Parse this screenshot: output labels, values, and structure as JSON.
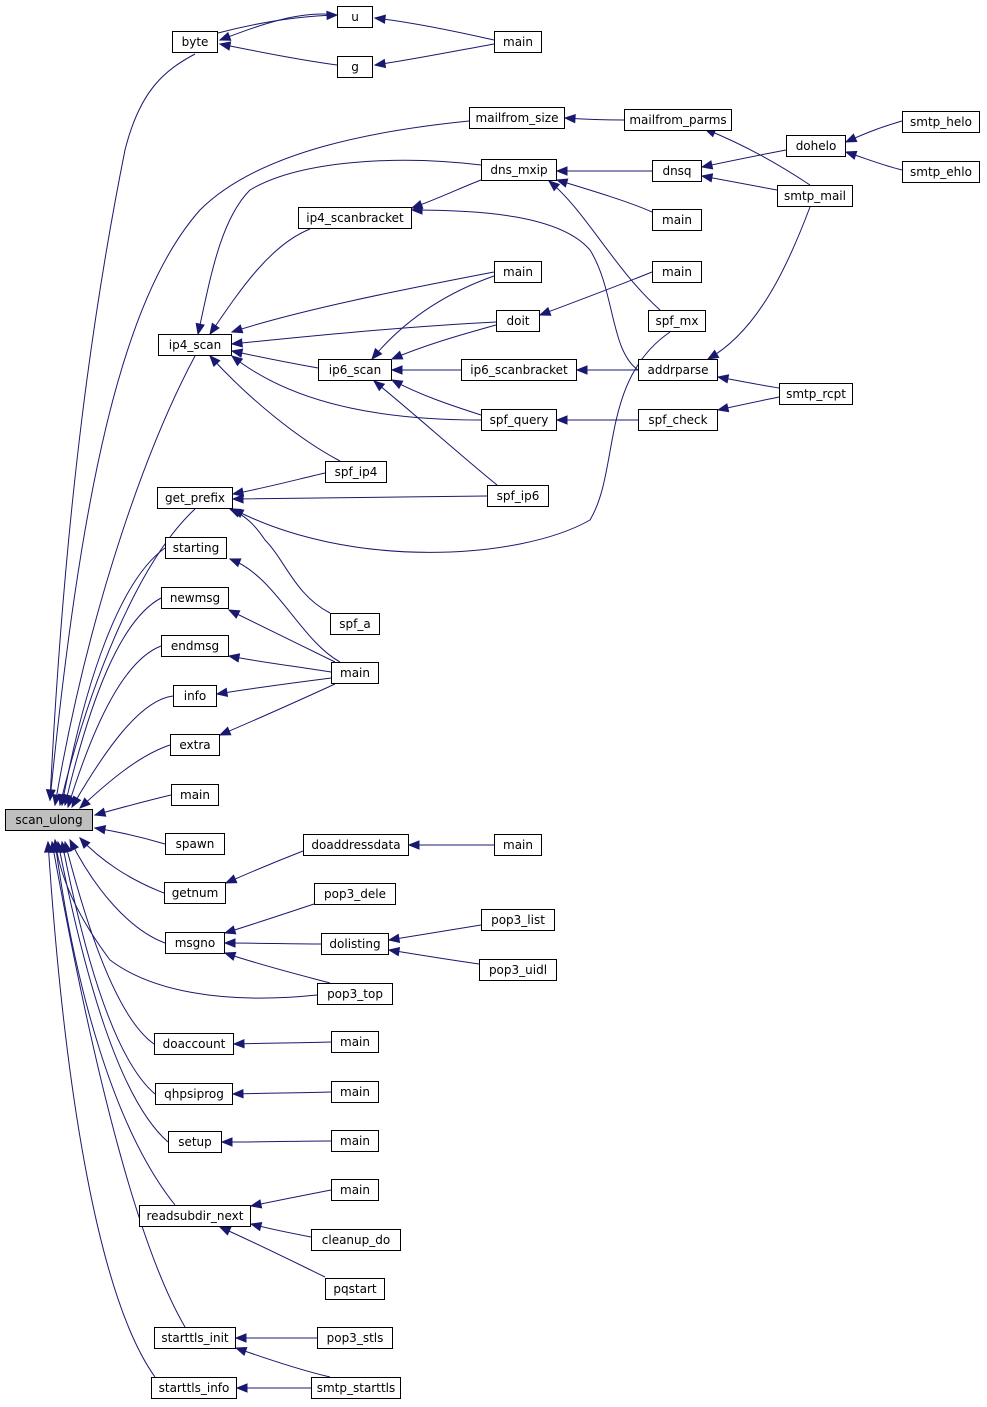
{
  "graph": {
    "root": "scan_ulong",
    "colors": {
      "edge": "#191970",
      "root_fill": "#bfbfbf",
      "node_fill": "#ffffff",
      "node_border": "#000000"
    },
    "nodes": [
      {
        "id": "n0",
        "label": "scan_ulong"
      },
      {
        "id": "n1",
        "label": "byte"
      },
      {
        "id": "n2",
        "label": "u"
      },
      {
        "id": "n3",
        "label": "g"
      },
      {
        "id": "n4",
        "label": "main"
      },
      {
        "id": "n5",
        "label": "mailfrom_size"
      },
      {
        "id": "n6",
        "label": "mailfrom_parms"
      },
      {
        "id": "n7",
        "label": "dohelo"
      },
      {
        "id": "n8",
        "label": "smtp_helo"
      },
      {
        "id": "n9",
        "label": "smtp_ehlo"
      },
      {
        "id": "n10",
        "label": "dns_mxip"
      },
      {
        "id": "n11",
        "label": "dnsq"
      },
      {
        "id": "n12",
        "label": "smtp_mail"
      },
      {
        "id": "n13",
        "label": "ip4_scanbracket"
      },
      {
        "id": "n14",
        "label": "main"
      },
      {
        "id": "n15",
        "label": "main"
      },
      {
        "id": "n16",
        "label": "main"
      },
      {
        "id": "n17",
        "label": "doit"
      },
      {
        "id": "n18",
        "label": "spf_mx"
      },
      {
        "id": "n19",
        "label": "ip4_scan"
      },
      {
        "id": "n20",
        "label": "ip6_scan"
      },
      {
        "id": "n21",
        "label": "ip6_scanbracket"
      },
      {
        "id": "n22",
        "label": "addrparse"
      },
      {
        "id": "n23",
        "label": "smtp_rcpt"
      },
      {
        "id": "n24",
        "label": "spf_query"
      },
      {
        "id": "n25",
        "label": "spf_check"
      },
      {
        "id": "n26",
        "label": "spf_ip4"
      },
      {
        "id": "n27",
        "label": "get_prefix"
      },
      {
        "id": "n28",
        "label": "spf_ip6"
      },
      {
        "id": "n29",
        "label": "starting"
      },
      {
        "id": "n30",
        "label": "spf_a"
      },
      {
        "id": "n31",
        "label": "newmsg"
      },
      {
        "id": "n32",
        "label": "endmsg"
      },
      {
        "id": "n33",
        "label": "main"
      },
      {
        "id": "n34",
        "label": "info"
      },
      {
        "id": "n35",
        "label": "extra"
      },
      {
        "id": "n36",
        "label": "main"
      },
      {
        "id": "n37",
        "label": "spawn"
      },
      {
        "id": "n38",
        "label": "doaddressdata"
      },
      {
        "id": "n39",
        "label": "main"
      },
      {
        "id": "n40",
        "label": "getnum"
      },
      {
        "id": "n41",
        "label": "pop3_dele"
      },
      {
        "id": "n42",
        "label": "pop3_list"
      },
      {
        "id": "n43",
        "label": "msgno"
      },
      {
        "id": "n44",
        "label": "dolisting"
      },
      {
        "id": "n45",
        "label": "pop3_uidl"
      },
      {
        "id": "n46",
        "label": "pop3_top"
      },
      {
        "id": "n47",
        "label": "doaccount"
      },
      {
        "id": "n48",
        "label": "main"
      },
      {
        "id": "n49",
        "label": "qhpsiprog"
      },
      {
        "id": "n50",
        "label": "main"
      },
      {
        "id": "n51",
        "label": "setup"
      },
      {
        "id": "n52",
        "label": "main"
      },
      {
        "id": "n53",
        "label": "main"
      },
      {
        "id": "n54",
        "label": "readsubdir_next"
      },
      {
        "id": "n55",
        "label": "cleanup_do"
      },
      {
        "id": "n56",
        "label": "pqstart"
      },
      {
        "id": "n57",
        "label": "starttls_init"
      },
      {
        "id": "n58",
        "label": "pop3_stls"
      },
      {
        "id": "n59",
        "label": "starttls_info"
      },
      {
        "id": "n60",
        "label": "smtp_starttls"
      }
    ],
    "edges": [
      {
        "from": "n1",
        "to": "n0"
      },
      {
        "from": "n5",
        "to": "n0"
      },
      {
        "from": "n19",
        "to": "n0"
      },
      {
        "from": "n27",
        "to": "n0"
      },
      {
        "from": "n29",
        "to": "n0"
      },
      {
        "from": "n31",
        "to": "n0"
      },
      {
        "from": "n32",
        "to": "n0"
      },
      {
        "from": "n34",
        "to": "n0"
      },
      {
        "from": "n35",
        "to": "n0"
      },
      {
        "from": "n36",
        "to": "n0"
      },
      {
        "from": "n37",
        "to": "n0"
      },
      {
        "from": "n40",
        "to": "n0"
      },
      {
        "from": "n43",
        "to": "n0"
      },
      {
        "from": "n46",
        "to": "n0"
      },
      {
        "from": "n47",
        "to": "n0"
      },
      {
        "from": "n49",
        "to": "n0"
      },
      {
        "from": "n51",
        "to": "n0"
      },
      {
        "from": "n54",
        "to": "n0"
      },
      {
        "from": "n57",
        "to": "n0"
      },
      {
        "from": "n59",
        "to": "n0"
      },
      {
        "from": "n2",
        "to": "n1"
      },
      {
        "from": "n3",
        "to": "n1"
      },
      {
        "from": "n1",
        "to": "n2"
      },
      {
        "from": "n4",
        "to": "n2"
      },
      {
        "from": "n4",
        "to": "n3"
      },
      {
        "from": "n6",
        "to": "n5"
      },
      {
        "from": "n12",
        "to": "n6"
      },
      {
        "from": "n8",
        "to": "n7"
      },
      {
        "from": "n9",
        "to": "n7"
      },
      {
        "from": "n7",
        "to": "n11"
      },
      {
        "from": "n12",
        "to": "n11"
      },
      {
        "from": "n11",
        "to": "n10"
      },
      {
        "from": "n14",
        "to": "n10"
      },
      {
        "from": "n18",
        "to": "n10"
      },
      {
        "from": "n10",
        "to": "n13"
      },
      {
        "from": "n10",
        "to": "n19"
      },
      {
        "from": "n13",
        "to": "n19"
      },
      {
        "from": "n15",
        "to": "n19"
      },
      {
        "from": "n17",
        "to": "n19"
      },
      {
        "from": "n20",
        "to": "n19"
      },
      {
        "from": "n24",
        "to": "n19"
      },
      {
        "from": "n26",
        "to": "n19"
      },
      {
        "from": "n22",
        "to": "n13"
      },
      {
        "from": "n16",
        "to": "n17"
      },
      {
        "from": "n15",
        "to": "n20"
      },
      {
        "from": "n17",
        "to": "n20"
      },
      {
        "from": "n21",
        "to": "n20"
      },
      {
        "from": "n24",
        "to": "n20"
      },
      {
        "from": "n28",
        "to": "n20"
      },
      {
        "from": "n22",
        "to": "n21"
      },
      {
        "from": "n12",
        "to": "n22"
      },
      {
        "from": "n23",
        "to": "n22"
      },
      {
        "from": "n25",
        "to": "n24"
      },
      {
        "from": "n23",
        "to": "n25"
      },
      {
        "from": "n26",
        "to": "n27"
      },
      {
        "from": "n28",
        "to": "n27"
      },
      {
        "from": "n18",
        "to": "n27"
      },
      {
        "from": "n30",
        "to": "n27"
      },
      {
        "from": "n33",
        "to": "n29"
      },
      {
        "from": "n33",
        "to": "n31"
      },
      {
        "from": "n33",
        "to": "n32"
      },
      {
        "from": "n33",
        "to": "n34"
      },
      {
        "from": "n33",
        "to": "n35"
      },
      {
        "from": "n38",
        "to": "n40"
      },
      {
        "from": "n39",
        "to": "n38"
      },
      {
        "from": "n41",
        "to": "n43"
      },
      {
        "from": "n44",
        "to": "n43"
      },
      {
        "from": "n46",
        "to": "n43"
      },
      {
        "from": "n42",
        "to": "n44"
      },
      {
        "from": "n45",
        "to": "n44"
      },
      {
        "from": "n48",
        "to": "n47"
      },
      {
        "from": "n50",
        "to": "n49"
      },
      {
        "from": "n52",
        "to": "n51"
      },
      {
        "from": "n53",
        "to": "n54"
      },
      {
        "from": "n55",
        "to": "n54"
      },
      {
        "from": "n56",
        "to": "n54"
      },
      {
        "from": "n58",
        "to": "n57"
      },
      {
        "from": "n60",
        "to": "n57"
      },
      {
        "from": "n60",
        "to": "n59"
      }
    ]
  }
}
